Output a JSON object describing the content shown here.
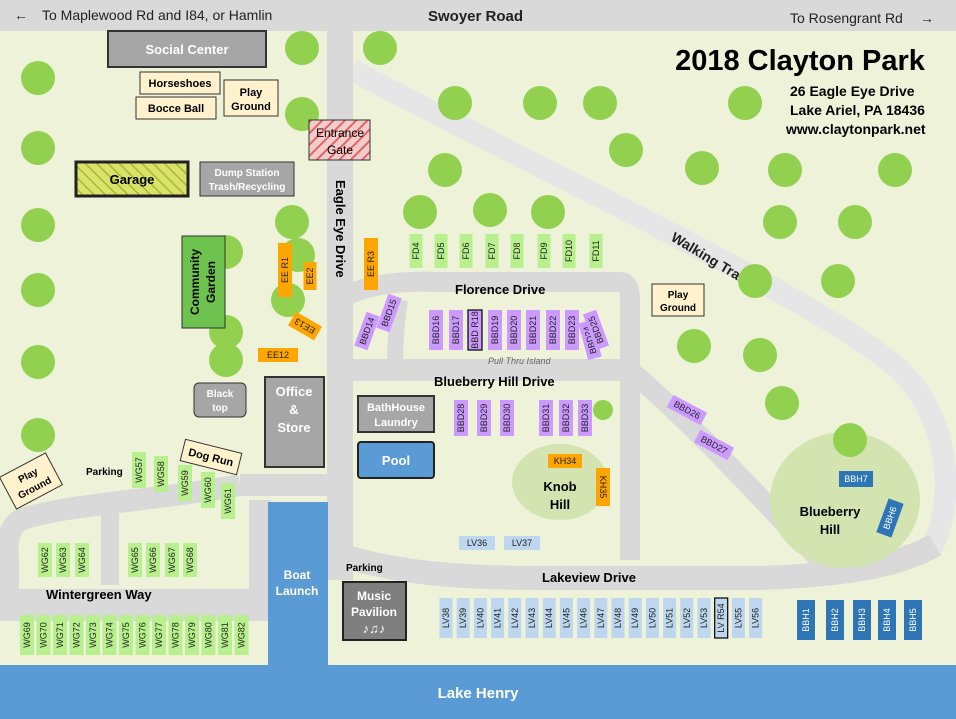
{
  "title": "2018 Clayton Park",
  "address": [
    "26 Eagle Eye Drive",
    "Lake Ariel, PA 18436",
    "www.claytonpark.net"
  ],
  "top_road": {
    "left_label": "To Maplewood Rd and I84, or Hamlin",
    "center_label": "Swoyer Road",
    "right_label": "To Rosengrant Rd",
    "left_arrow": "←",
    "right_arrow": "→"
  },
  "roads": {
    "walking_trail": "Walking Trail",
    "eagle_eye": "Eagle Eye Drive",
    "florence": "Florence Drive",
    "blueberry_hill_drive": "Blueberry Hill Drive",
    "lakeview": "Lakeview Drive",
    "wintergreen": "Wintergreen Way",
    "pull_thru": "Pull Thru Island",
    "lake": "Lake Henry"
  },
  "buildings": {
    "social_center": "Social Center",
    "horseshoes": "Horseshoes",
    "bocce": "Bocce Ball",
    "play_ground_top": [
      "Play",
      "Ground"
    ],
    "entrance_gate": [
      "Entrance",
      "Gate"
    ],
    "garage": "Garage",
    "dump_station": [
      "Dump Station",
      "Trash/Recycling"
    ],
    "community_garden": [
      "Community",
      "Garden"
    ],
    "black_top": [
      "Black",
      "top"
    ],
    "office_store": [
      "Office",
      "&",
      "Store"
    ],
    "bathhouse": [
      "BathHouse",
      "Laundry"
    ],
    "pool": "Pool",
    "dog_run": "Dog Run",
    "play_ground_left": [
      "Play",
      "Ground"
    ],
    "play_ground_right": [
      "Play",
      "Ground"
    ],
    "parking_left": "Parking",
    "parking_music": "Parking",
    "boat_launch": [
      "Boat",
      "Launch"
    ],
    "music_pavilion": [
      "Music",
      "Pavilion",
      "♪♫♪"
    ],
    "knob_hill": [
      "Knob",
      "Hill"
    ],
    "blueberry_hill": [
      "Blueberry",
      "Hill"
    ]
  },
  "sites": {
    "fd": [
      "FD4",
      "FD5",
      "FD6",
      "FD7",
      "FD8",
      "FD9",
      "FD10",
      "FD11"
    ],
    "ee": [
      "EE R1",
      "EE2",
      "EE R3",
      "EE13",
      "EE12"
    ],
    "bbd_top": [
      "BBD14",
      "BBD15",
      "BBD16",
      "BBD17",
      "BBD R18",
      "BBD19",
      "BBD20",
      "BBD21",
      "BBD22",
      "BBD23",
      "BBD24",
      "BBD25"
    ],
    "bbd_bottom": [
      "BBD28",
      "BBD29",
      "BBD30",
      "BBD31",
      "BBD32",
      "BBD33",
      "BBD26",
      "BBD27"
    ],
    "kh": [
      "KH34",
      "KH35"
    ],
    "bbh": [
      "BBH7",
      "BBH6",
      "BBH1",
      "BBH2",
      "BBH3",
      "BBH4",
      "BBH5"
    ],
    "lv_small": [
      "LV36",
      "LV37"
    ],
    "lv": [
      "LV38",
      "LV39",
      "LV40",
      "LV41",
      "LV42",
      "LV43",
      "LV44",
      "LV45",
      "LV46",
      "LV47",
      "LV48",
      "LV49",
      "LV50",
      "LV51",
      "LV52",
      "LV53",
      "LV R54",
      "LV55",
      "LV56"
    ],
    "wg_mid": [
      "WG57",
      "WG58",
      "WG59",
      "WG60",
      "WG61"
    ],
    "wg_inner": [
      "WG62",
      "WG63",
      "WG64",
      "WG65",
      "WG66",
      "WG67",
      "WG68"
    ],
    "wg_bottom": [
      "WG69",
      "WG70",
      "WG71",
      "WG72",
      "WG73",
      "WG74",
      "WG75",
      "WG76",
      "WG77",
      "WG78",
      "WG79",
      "WG80",
      "WG81",
      "WG82"
    ]
  },
  "colors": {
    "grass": "#EEF2D9",
    "road": "#D9D9D9",
    "trail": "#E6E6E6",
    "lake": "#5B9BD5",
    "tree": "#92D050",
    "site_green": "#B7F08C",
    "site_purple": "#CC99FF",
    "site_orange": "#FFA500",
    "site_blue": "#2E75B6",
    "site_lightblue": "#BDD7EE",
    "building_gray": "#A6A6A6",
    "cream": "#FFF2CC"
  }
}
